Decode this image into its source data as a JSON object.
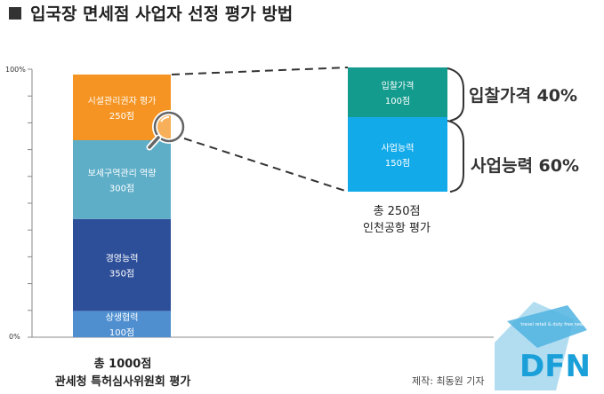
{
  "title": "입국장 면세점 사업자 선정 평가 방법",
  "credit": "제작: 최동원 기자",
  "logo": {
    "text": "DFN",
    "tagline": "travel retail & duty free news",
    "color": "#1a9fd9"
  },
  "chart_data": {
    "type": "bar",
    "subtype": "stacked-100",
    "ylim": [
      0,
      100
    ],
    "y_ticks": [
      "100%",
      "0%"
    ],
    "grid": false,
    "stacks": [
      {
        "id": "customs",
        "caption": [
          "총 1000점",
          "관세청 특허심사위원회 평가"
        ],
        "total": 1000,
        "segments": [
          {
            "label": "상생협력",
            "value_label": "100점",
            "value": 100,
            "color": "#4f8fd0"
          },
          {
            "label": "경영능력",
            "value_label": "350점",
            "value": 350,
            "color": "#2d4f9a"
          },
          {
            "label": "보세구역관리 역량",
            "value_label": "300점",
            "value": 300,
            "color": "#5eaec8"
          },
          {
            "label": "시설관리권자 평가",
            "value_label": "250점",
            "value": 250,
            "color": "#f59422"
          }
        ]
      },
      {
        "id": "airport",
        "caption": [
          "총 250점",
          "인천공항 평가"
        ],
        "total": 250,
        "segments": [
          {
            "label": "사업능력",
            "value_label": "150점",
            "value": 150,
            "color": "#13aaea",
            "callout": "사업능력 60%"
          },
          {
            "label": "입찰가격",
            "value_label": "100점",
            "value": 100,
            "color": "#139b8d",
            "callout": "입찰가격 40%"
          }
        ]
      }
    ]
  }
}
